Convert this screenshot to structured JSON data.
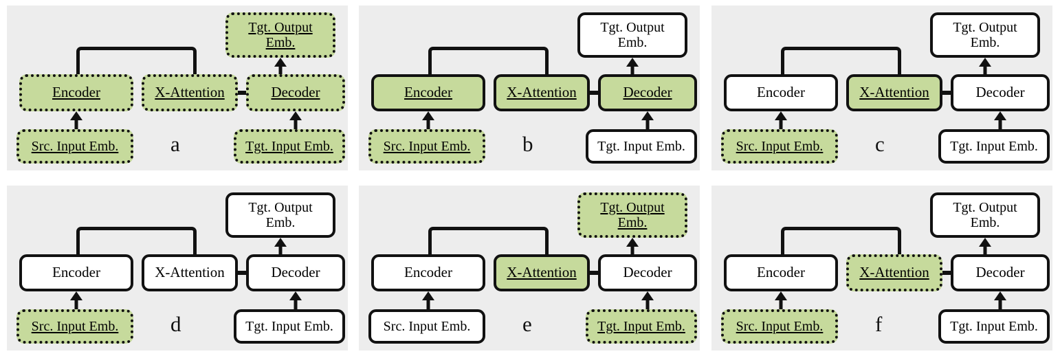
{
  "figure": {
    "type": "diagram",
    "description": "Six encoder-decoder transformer architecture variants showing which modules are trainable or frozen",
    "background_color": "#ffffff",
    "panel_background_color": "#ededed",
    "highlight_color": "#c6da9c",
    "outline_color": "#111111"
  },
  "legend_semantics": {
    "green-dotted": "green fill, dotted outline, underlined label",
    "green-solid": "green fill, solid outline, underlined label",
    "plain": "white fill, solid outline, plain label"
  },
  "node_labels": {
    "encoder": "Encoder",
    "x_attention": "X-Attention",
    "decoder": "Decoder",
    "src_input_emb": "Src. Input Emb.",
    "tgt_input_emb": "Tgt. Input Emb.",
    "tgt_output_emb_line1": "Tgt. Output",
    "tgt_output_emb_line2": "Emb."
  },
  "panels": [
    {
      "letter": "a",
      "nodes": {
        "encoder": {
          "label": "Encoder",
          "state": "green-dotted"
        },
        "x_attention": {
          "label": "X-Attention",
          "state": "green-dotted"
        },
        "decoder": {
          "label": "Decoder",
          "state": "green-dotted"
        },
        "src_input_emb": {
          "label": "Src. Input Emb.",
          "state": "green-dotted"
        },
        "tgt_input_emb": {
          "label": "Tgt. Input Emb.",
          "state": "green-dotted"
        },
        "tgt_output_emb": {
          "line1": "Tgt. Output",
          "line2": "Emb.",
          "state": "green-dotted"
        }
      }
    },
    {
      "letter": "b",
      "nodes": {
        "encoder": {
          "label": "Encoder",
          "state": "green-solid"
        },
        "x_attention": {
          "label": "X-Attention",
          "state": "green-solid"
        },
        "decoder": {
          "label": "Decoder",
          "state": "green-solid"
        },
        "src_input_emb": {
          "label": "Src. Input Emb.",
          "state": "green-dotted"
        },
        "tgt_input_emb": {
          "label": "Tgt. Input Emb.",
          "state": "plain"
        },
        "tgt_output_emb": {
          "line1": "Tgt. Output",
          "line2": "Emb.",
          "state": "plain"
        }
      }
    },
    {
      "letter": "c",
      "nodes": {
        "encoder": {
          "label": "Encoder",
          "state": "plain"
        },
        "x_attention": {
          "label": "X-Attention",
          "state": "green-solid"
        },
        "decoder": {
          "label": "Decoder",
          "state": "plain"
        },
        "src_input_emb": {
          "label": "Src. Input Emb.",
          "state": "green-dotted"
        },
        "tgt_input_emb": {
          "label": "Tgt. Input Emb.",
          "state": "plain"
        },
        "tgt_output_emb": {
          "line1": "Tgt. Output",
          "line2": "Emb.",
          "state": "plain"
        }
      }
    },
    {
      "letter": "d",
      "nodes": {
        "encoder": {
          "label": "Encoder",
          "state": "plain"
        },
        "x_attention": {
          "label": "X-Attention",
          "state": "plain"
        },
        "decoder": {
          "label": "Decoder",
          "state": "plain"
        },
        "src_input_emb": {
          "label": "Src. Input Emb.",
          "state": "green-dotted"
        },
        "tgt_input_emb": {
          "label": "Tgt. Input Emb.",
          "state": "plain"
        },
        "tgt_output_emb": {
          "line1": "Tgt. Output",
          "line2": "Emb.",
          "state": "plain"
        }
      }
    },
    {
      "letter": "e",
      "nodes": {
        "encoder": {
          "label": "Encoder",
          "state": "plain"
        },
        "x_attention": {
          "label": "X-Attention",
          "state": "green-solid"
        },
        "decoder": {
          "label": "Decoder",
          "state": "plain"
        },
        "src_input_emb": {
          "label": "Src. Input Emb.",
          "state": "plain"
        },
        "tgt_input_emb": {
          "label": "Tgt. Input Emb.",
          "state": "green-dotted"
        },
        "tgt_output_emb": {
          "line1": "Tgt. Output",
          "line2": "Emb.",
          "state": "green-dotted"
        }
      }
    },
    {
      "letter": "f",
      "nodes": {
        "encoder": {
          "label": "Encoder",
          "state": "plain"
        },
        "x_attention": {
          "label": "X-Attention",
          "state": "green-dotted"
        },
        "decoder": {
          "label": "Decoder",
          "state": "plain"
        },
        "src_input_emb": {
          "label": "Src. Input Emb.",
          "state": "green-dotted"
        },
        "tgt_input_emb": {
          "label": "Tgt. Input Emb.",
          "state": "plain"
        },
        "tgt_output_emb": {
          "line1": "Tgt. Output",
          "line2": "Emb.",
          "state": "plain"
        }
      }
    }
  ]
}
